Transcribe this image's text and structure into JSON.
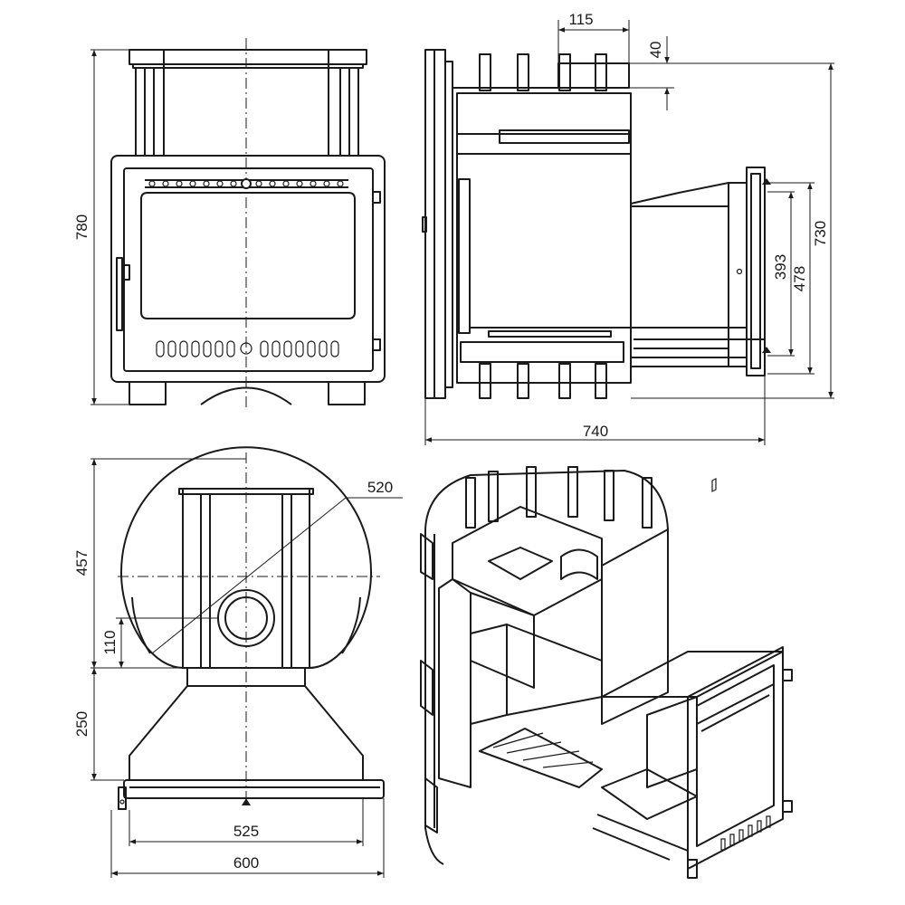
{
  "front_view": {
    "height": "780"
  },
  "side_view": {
    "top_offset": "115",
    "top_step": "40",
    "depth": "740",
    "height": "730",
    "flue_opening": "393",
    "flue_frame": "478"
  },
  "top_view": {
    "diameter": "520",
    "depth": "457",
    "flue_offset": "110",
    "tunnel_length": "250",
    "door_frame_width": "525",
    "total_width": "600"
  },
  "colors": {
    "line": "#1a1a1a",
    "background": "#ffffff"
  }
}
